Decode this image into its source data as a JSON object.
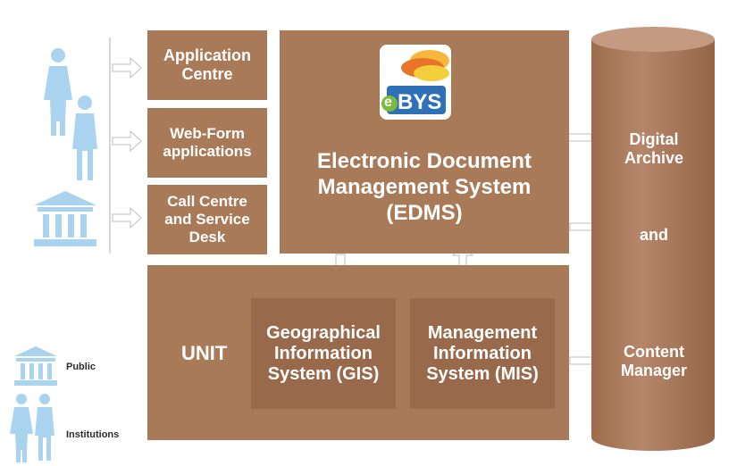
{
  "inputs": {
    "application_centre": "Application\nCentre",
    "web_form": "Web-Form\napplications",
    "call_centre": "Call Centre\nand Service\nDesk"
  },
  "edms": {
    "logo_text": "BYS",
    "logo_prefix": "e",
    "title": "Electronic Document\nManagement System\n(EDMS)"
  },
  "unit": {
    "label": "UNIT",
    "gis": "Geographical\nInformation\nSystem (GIS)",
    "mis": "Management\nInformation\nSystem (MIS)"
  },
  "archive": {
    "line1": "Digital\nArchive",
    "line2": "and",
    "line3": "Content\nManager"
  },
  "legend": {
    "public": "Public",
    "institutions": "Institutions"
  },
  "colors": {
    "box": "#a97a58",
    "inner_box": "#98694a",
    "icon_blue": "#a9d3ef"
  }
}
